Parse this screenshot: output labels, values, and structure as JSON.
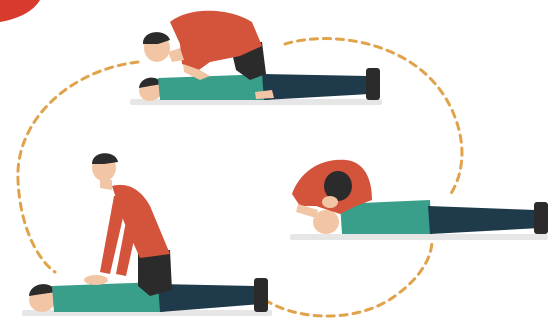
{
  "illustration": {
    "subject": "cpr-cycle",
    "steps": [
      "check-breathing",
      "chest-compressions",
      "rescue-breaths"
    ]
  },
  "colors": {
    "background": "#ffffff",
    "rescuer_shirt": "#d4533b",
    "rescuer_pants": "#2b2b2b",
    "patient_shirt": "#3a9f8a",
    "patient_pants": "#1f3a4a",
    "skin": "#f2c6a5",
    "hair": "#2b2b2b",
    "cycle_path": "#e0a24a",
    "corner_badge": "#d83a2e",
    "floor": "#e6e6e6"
  }
}
